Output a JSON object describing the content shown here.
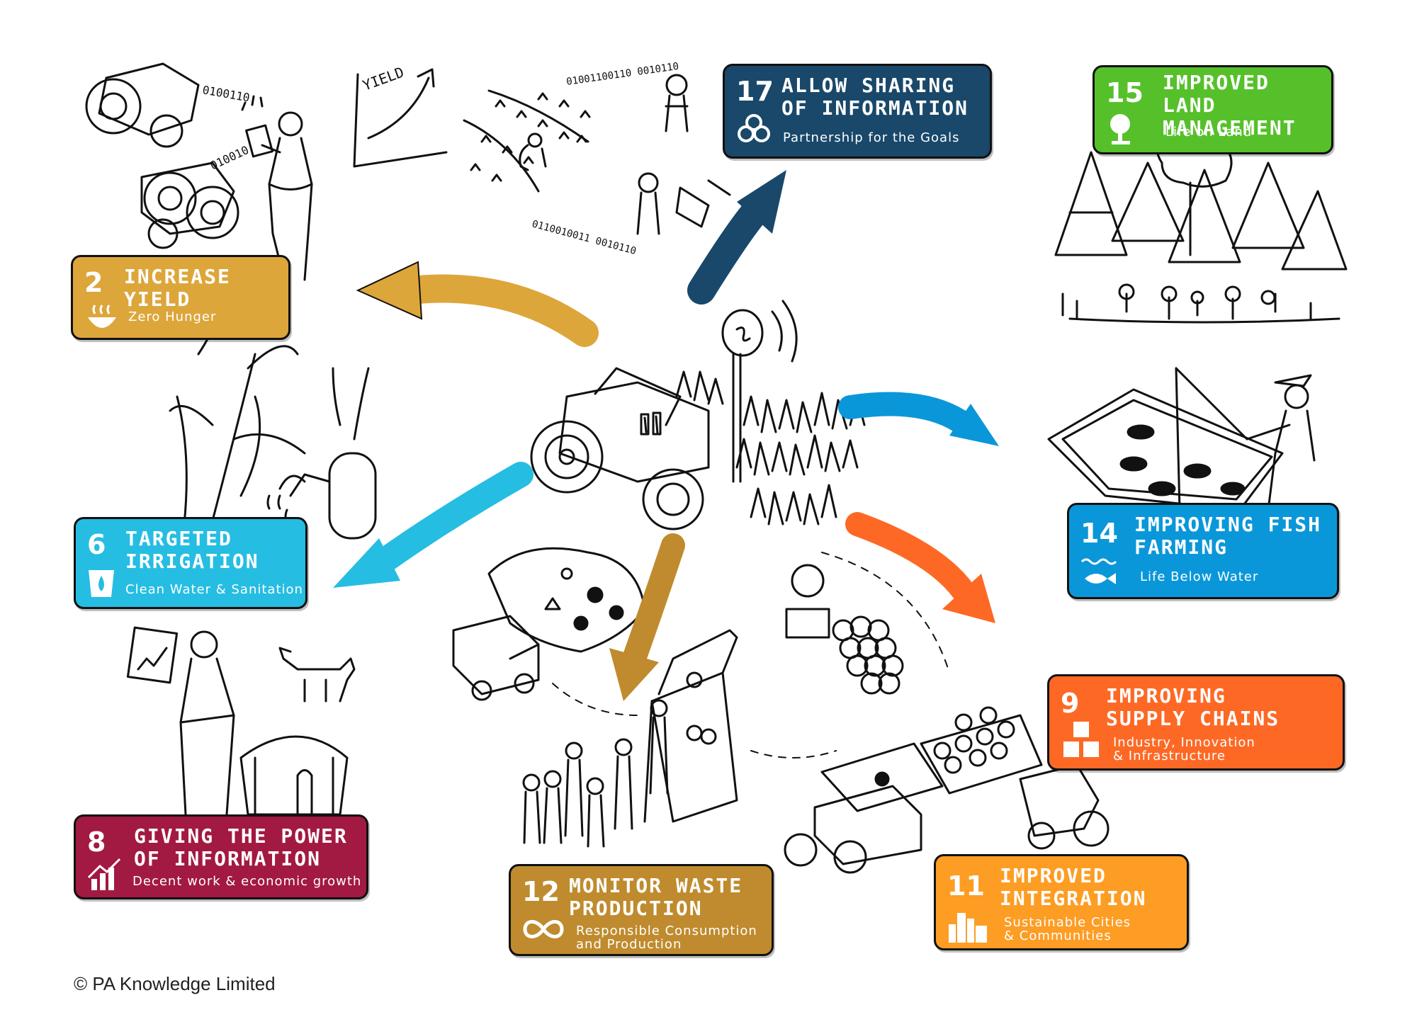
{
  "colors": {
    "sdg2": "#DDA63A",
    "sdg6": "#26BDE2",
    "sdg8": "#A21942",
    "sdg12": "#BF8B2E",
    "sdg11": "#FD9D24",
    "sdg9": "#FD6925",
    "sdg14": "#0A97D9",
    "sdg15": "#56C02B",
    "sdg17": "#19486A"
  },
  "cards": {
    "sdg2": {
      "num": "2",
      "title": "Increase Yield",
      "subtitle": "Zero Hunger",
      "icon": "bowl-icon"
    },
    "sdg6": {
      "num": "6",
      "title": "Targeted\nIrrigation",
      "subtitle": "Clean Water & Sanitation",
      "icon": "water-drop-icon"
    },
    "sdg8": {
      "num": "8",
      "title": "Giving the Power\nof Information",
      "subtitle": "Decent work & economic growth",
      "icon": "growth-chart-icon"
    },
    "sdg12": {
      "num": "12",
      "title": "Monitor Waste\nProduction",
      "subtitle": "Responsible Consumption\nand Production",
      "icon": "infinity-icon"
    },
    "sdg11": {
      "num": "11",
      "title": "Improved\nIntegration",
      "subtitle": "Sustainable Cities\n& Communities",
      "icon": "city-icon"
    },
    "sdg9": {
      "num": "9",
      "title": "Improving\nSupply Chains",
      "subtitle": "Industry, Innovation\n& Infrastructure",
      "icon": "cubes-icon"
    },
    "sdg14": {
      "num": "14",
      "title": "Improving Fish\nFarming",
      "subtitle": "Life Below Water",
      "icon": "fish-icon"
    },
    "sdg15": {
      "num": "15",
      "title": "Improved Land\nManagement",
      "subtitle": "Life on Land",
      "icon": "tree-icon"
    },
    "sdg17": {
      "num": "17",
      "title": "Allow Sharing\nof Information",
      "subtitle": "Partnership for the Goals",
      "icon": "partnership-rings-icon"
    }
  },
  "labels": {
    "yield": "YIELD",
    "binary_1": "0100110",
    "binary_2": "010010",
    "binary_3": "01001100110 0010110",
    "binary_4": "0110010011 0010110"
  },
  "copyright": "© PA Knowledge Limited"
}
